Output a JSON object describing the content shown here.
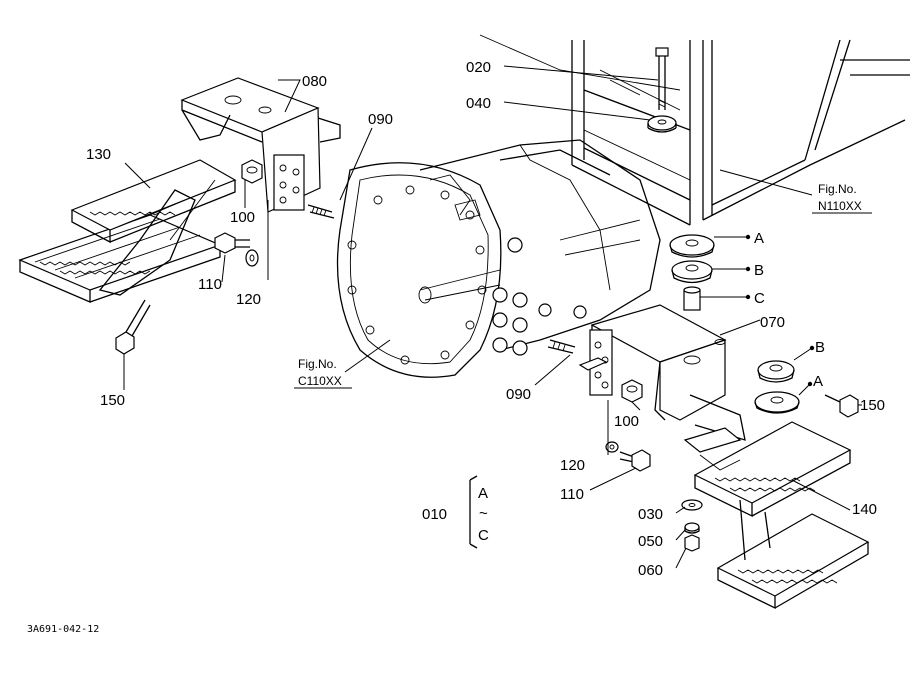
{
  "diagram": {
    "parts": {
      "p020": "020",
      "p040": "040",
      "p080": "080",
      "p090a": "090",
      "p090b": "090",
      "p130": "130",
      "p100a": "100",
      "p100b": "100",
      "p110a": "110",
      "p110b": "110",
      "p120a": "120",
      "p120b": "120",
      "p150a": "150",
      "p150b": "150",
      "p070": "070",
      "p140": "140",
      "p030": "030",
      "p050": "050",
      "p060": "060",
      "p010": "010",
      "markA1": "A",
      "markB1": "B",
      "markC1": "C",
      "markB2": "B",
      "markA2": "A"
    },
    "range": {
      "from": "A",
      "tilde": "~",
      "to": "C"
    },
    "refs": {
      "cab_fig": "Fig.No.",
      "cab_num": "N110XX",
      "trans_fig": "Fig.No.",
      "trans_num": "C110XX"
    },
    "drawing_code": "3A691-042-12"
  }
}
